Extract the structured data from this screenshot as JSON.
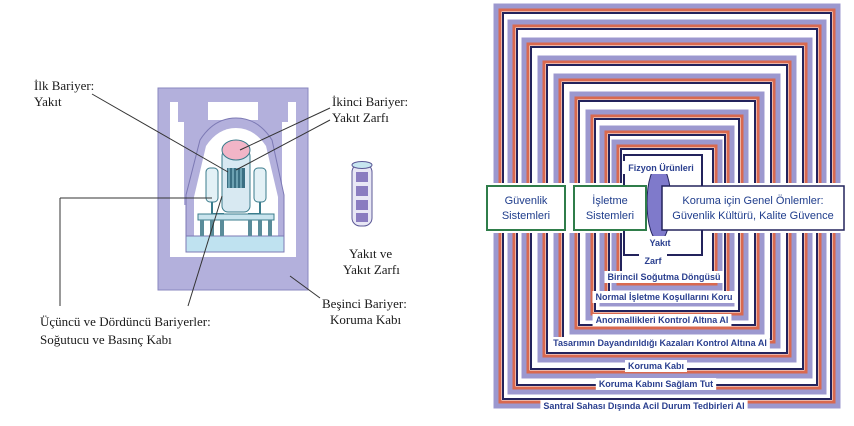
{
  "left_diagram": {
    "labels": {
      "first_barrier_l1": "İlk Bariyer:",
      "first_barrier_l2": "Yakıt",
      "second_barrier_l1": "İkinci Bariyer:",
      "second_barrier_l2": "Yakıt Zarfı",
      "fuel_l1": "Yakıt ve",
      "fuel_l2": "Yakıt Zarfı",
      "fifth_barrier_l1": "Beşinci Bariyer:",
      "fifth_barrier_l2": "Koruma Kabı",
      "third_fourth_l1": "Üçüncü ve Dördüncü Bariyerler:",
      "third_fourth_l2": "Soğutucu ve Basınç Kabı"
    }
  },
  "right_diagram": {
    "center": {
      "top": "Fizyon Ürünleri",
      "fuel": "Yakıt",
      "cladding": "Zarf"
    },
    "layers": [
      "Birincil Soğutma Döngüsü",
      "Normal İşletme Koşullarını Koru",
      "Anormallikleri Kontrol Altına Al",
      "Tasarımın Dayandırıldığı Kazaları Kontrol Altına Al",
      "Koruma Kabı",
      "Koruma Kabını Sağlam Tut",
      "Santral Sahası Dışında Acil Durum Tedbirleri Al"
    ],
    "boxes": {
      "safety_l1": "Güvenlik",
      "safety_l2": "Sistemleri",
      "operation_l1": "İşletme",
      "operation_l2": "Sistemleri",
      "general_l1": "Koruma için Genel Önlemler:",
      "general_l2": "Güvenlik Kültürü, Kalite Güvence"
    }
  },
  "colors": {
    "purple": "#9c98cf",
    "red": "#d9694f",
    "navy": "#23235c",
    "green_box": "#2f7d4a",
    "text_blue": "#1f3d8c"
  }
}
